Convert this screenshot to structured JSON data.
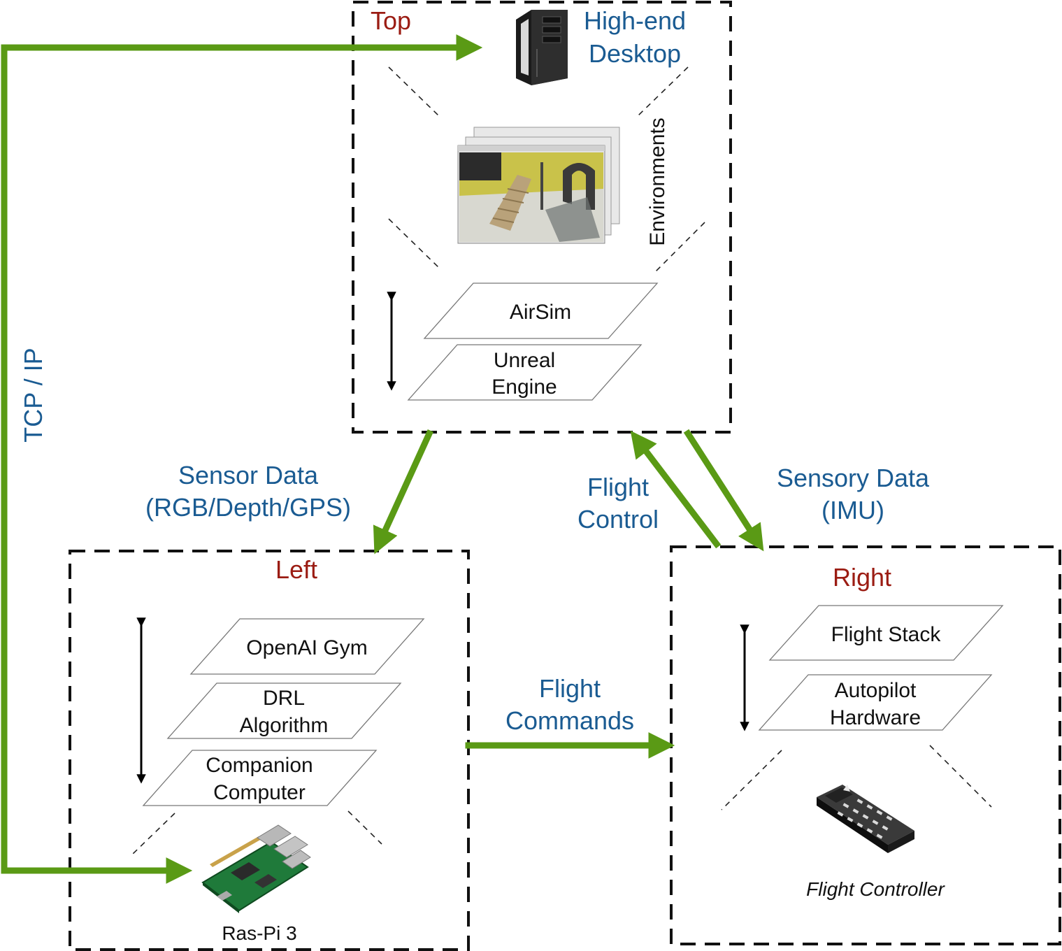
{
  "colors": {
    "section_title": "#9b1c13",
    "flow_label": "#1a5b92",
    "flow_arrow": "#5a9a15"
  },
  "top": {
    "title": "Top",
    "device_label_line1": "High-end",
    "device_label_line2": "Desktop",
    "device_icon": "desktop-tower-icon",
    "screenshot_icon": "simulator-screenshot",
    "environments_label": "Environments",
    "layers": [
      {
        "lines": [
          "AirSim"
        ]
      },
      {
        "lines": [
          "Unreal",
          "Engine"
        ]
      }
    ]
  },
  "left": {
    "title": "Left",
    "layers": [
      {
        "lines": [
          "OpenAI Gym"
        ]
      },
      {
        "lines": [
          "DRL",
          "Algorithm"
        ]
      },
      {
        "lines": [
          "Companion",
          "Computer"
        ]
      }
    ],
    "device_icon": "raspberry-pi-board-icon",
    "device_label": "Ras-Pi 3"
  },
  "right": {
    "title": "Right",
    "layers": [
      {
        "lines": [
          "Flight Stack"
        ]
      },
      {
        "lines": [
          "Autopilot",
          "Hardware"
        ]
      }
    ],
    "device_icon": "flight-controller-icon",
    "device_label": "Flight Controller"
  },
  "flows": {
    "tcp_ip": "TCP / IP",
    "sensor_data_line1": "Sensor Data",
    "sensor_data_line2": "(RGB/Depth/GPS)",
    "flight_control_line1": "Flight",
    "flight_control_line2": "Control",
    "sensory_data_line1": "Sensory Data",
    "sensory_data_line2": "(IMU)",
    "flight_commands_line1": "Flight",
    "flight_commands_line2": "Commands"
  }
}
